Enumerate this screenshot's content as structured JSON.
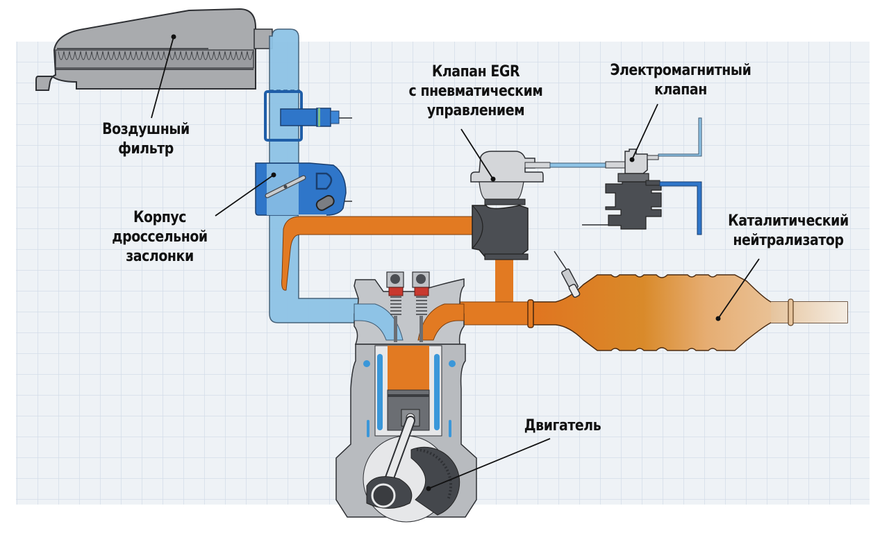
{
  "title": "Схема системы рециркуляции отработавших газов (EGR)",
  "colors": {
    "background": "#ffffff",
    "grid_fill": "#eef2f6",
    "grid_line": "#d3dce8",
    "intake_air": "#8ec3e6",
    "throttle_blue": "#2f76c9",
    "exhaust_orange": "#e27a22",
    "catalyst_light": "#e9c197",
    "metal_gray": "#bfc2c6",
    "dark_gray": "#4b4e53",
    "valve_spring_red": "#c8392f",
    "leader_line": "#111111"
  },
  "labels": {
    "air_filter": [
      "Воздушный",
      "фильтр"
    ],
    "throttle_body": [
      "Корпус",
      "дроссельной",
      "заслонки"
    ],
    "egr_valve": [
      "Клапан EGR",
      "с пневматическим",
      "управлением"
    ],
    "solenoid_valve": [
      "Электромагнитный",
      "клапан"
    ],
    "catalytic_converter": [
      "Каталитический",
      "нейтрализатор"
    ],
    "engine": [
      "Двигатель"
    ]
  },
  "components": [
    {
      "id": "air_filter",
      "name": "Воздушный фильтр",
      "icon": "air-filter-icon"
    },
    {
      "id": "throttle_body",
      "name": "Корпус дроссельной заслонки",
      "icon": "throttle-body-icon"
    },
    {
      "id": "egr_valve",
      "name": "Клапан EGR с пневматическим управлением",
      "icon": "egr-valve-icon"
    },
    {
      "id": "solenoid_valve",
      "name": "Электромагнитный клапан",
      "icon": "solenoid-valve-icon"
    },
    {
      "id": "catalytic_converter",
      "name": "Каталитический нейтрализатор",
      "icon": "catalytic-converter-icon"
    },
    {
      "id": "engine",
      "name": "Двигатель",
      "icon": "engine-icon"
    }
  ],
  "flows": [
    {
      "id": "intake",
      "from": "air_filter",
      "to": "engine",
      "medium": "air"
    },
    {
      "id": "exhaust",
      "from": "engine",
      "to": "catalytic_converter",
      "medium": "exhaust"
    },
    {
      "id": "egr_loop",
      "from": "exhaust",
      "via": "egr_valve",
      "to": "intake",
      "medium": "exhaust"
    },
    {
      "id": "vacuum_line",
      "from": "solenoid_valve",
      "to": "egr_valve",
      "medium": "vacuum"
    }
  ]
}
